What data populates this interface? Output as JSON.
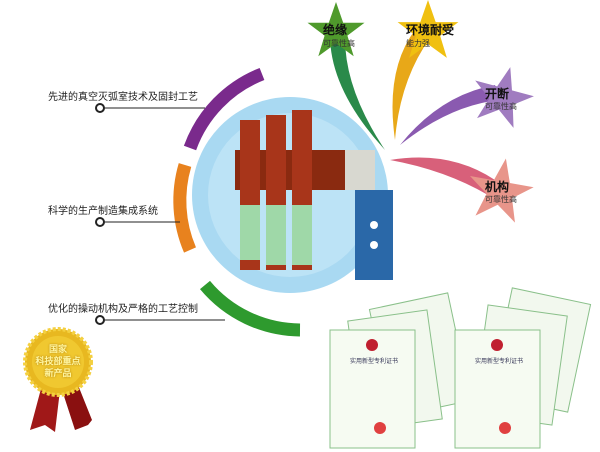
{
  "features": [
    {
      "label": "先进的真空灭弧室技术及固封工艺"
    },
    {
      "label": "科学的生产制造集成系统"
    },
    {
      "label": "优化的操动机构及严格的工艺控制"
    }
  ],
  "stars": [
    {
      "title": "绝缘",
      "subtitle": "可靠性高",
      "color": "#4f9a2c"
    },
    {
      "title": "环境耐受",
      "subtitle": "能力强",
      "color": "#f0c010"
    },
    {
      "title": "开断",
      "subtitle": "可靠性高",
      "color": "#a07cc0"
    },
    {
      "title": "机构",
      "subtitle": "可靠性高",
      "color": "#e8958a"
    }
  ],
  "medal": {
    "line1": "国家",
    "line2": "科技部重点",
    "line3": "新产品"
  },
  "certificates": [
    {
      "title": "实用新型专利证书"
    },
    {
      "title": "实用新型专利证书"
    }
  ],
  "colors": {
    "purple_arc": "#7a2a8c",
    "orange_arc": "#e8821e",
    "green_arc": "#2e9a2e",
    "circle": "#a8d8f0"
  }
}
